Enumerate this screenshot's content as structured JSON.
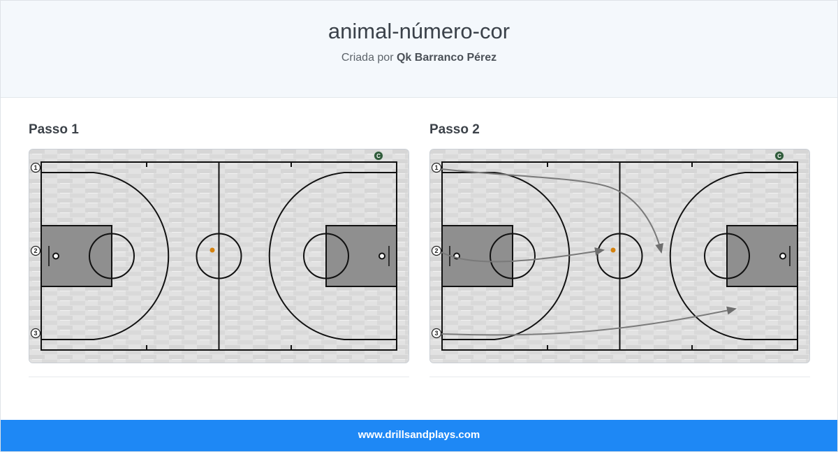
{
  "header": {
    "title": "animal-número-cor",
    "created_by_label": "Criada por",
    "author": "Qk Barranco Pérez"
  },
  "steps": [
    {
      "title": "Passo 1",
      "players": [
        "1",
        "2",
        "3"
      ],
      "coach_marker": "C",
      "has_arrows": false
    },
    {
      "title": "Passo 2",
      "players": [
        "1",
        "2",
        "3"
      ],
      "coach_marker": "C",
      "has_arrows": true
    }
  ],
  "colors": {
    "court_floor": "#dcdcdc",
    "paint": "#8f8f8f",
    "lines": "#111111",
    "ball": "#d4820f",
    "coach_marker": "#2f5a3a",
    "arrow": "#7a7a7a",
    "footer_bg": "#1e88f5"
  },
  "footer": {
    "link": "www.drillsandplays.com"
  }
}
